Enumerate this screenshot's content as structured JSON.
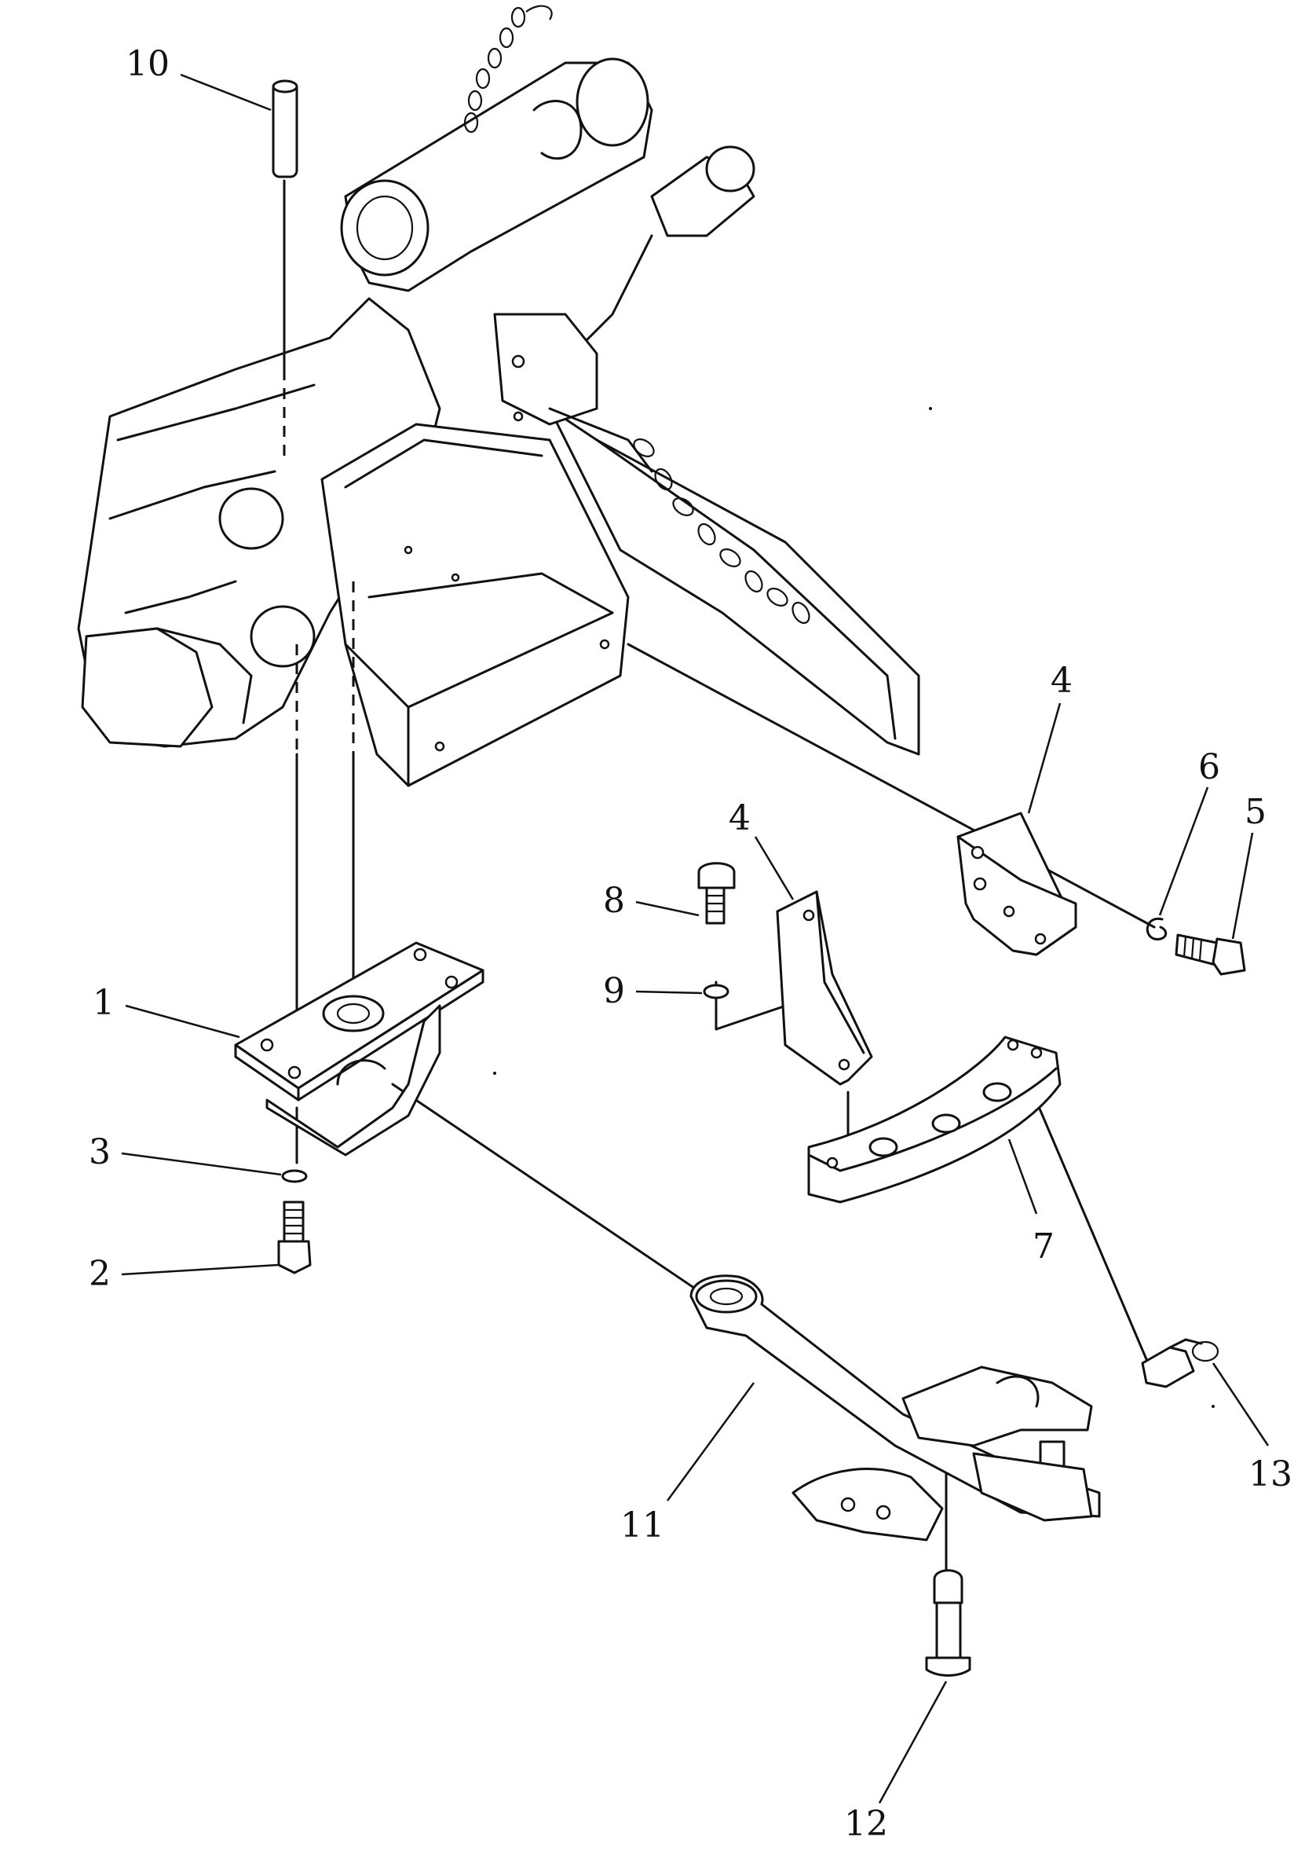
{
  "diagram": {
    "callouts": [
      {
        "id": "callout-1",
        "text": "1"
      },
      {
        "id": "callout-2",
        "text": "2"
      },
      {
        "id": "callout-3",
        "text": "3"
      },
      {
        "id": "callout-4a",
        "text": "4"
      },
      {
        "id": "callout-4b",
        "text": "4"
      },
      {
        "id": "callout-5",
        "text": "5"
      },
      {
        "id": "callout-6",
        "text": "6"
      },
      {
        "id": "callout-7",
        "text": "7"
      },
      {
        "id": "callout-8",
        "text": "8"
      },
      {
        "id": "callout-9",
        "text": "9"
      },
      {
        "id": "callout-10",
        "text": "10"
      },
      {
        "id": "callout-11",
        "text": "11"
      },
      {
        "id": "callout-12",
        "text": "12"
      },
      {
        "id": "callout-13",
        "text": "13"
      }
    ]
  }
}
